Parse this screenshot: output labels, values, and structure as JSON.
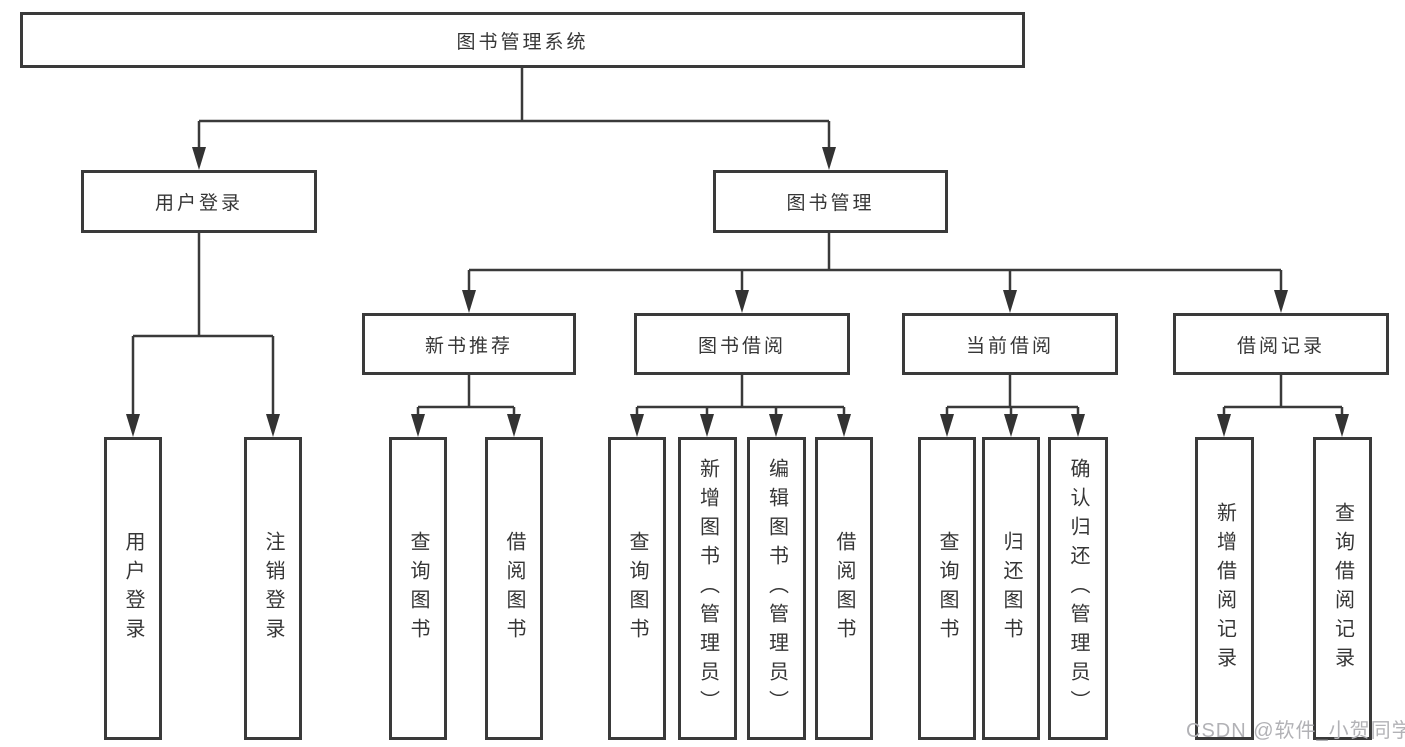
{
  "diagram": {
    "root": {
      "label": "图书管理系统"
    },
    "branches": [
      {
        "label": "用户登录",
        "children": [
          {
            "label": "用户登录"
          },
          {
            "label": "注销登录"
          }
        ]
      },
      {
        "label": "图书管理",
        "children": [
          {
            "label": "新书推荐",
            "children": [
              {
                "label": "查询图书"
              },
              {
                "label": "借阅图书"
              }
            ]
          },
          {
            "label": "图书借阅",
            "children": [
              {
                "label": "查询图书"
              },
              {
                "label": "新增图书（管理员）"
              },
              {
                "label": "编辑图书（管理员）"
              },
              {
                "label": "借阅图书"
              }
            ]
          },
          {
            "label": "当前借阅",
            "children": [
              {
                "label": "查询图书"
              },
              {
                "label": "归还图书"
              },
              {
                "label": "确认归还（管理员）"
              }
            ]
          },
          {
            "label": "借阅记录",
            "children": [
              {
                "label": "新增借阅记录"
              },
              {
                "label": "查询借阅记录"
              }
            ]
          }
        ]
      }
    ]
  },
  "watermark": {
    "text": "CSDN @软件_小贺同学",
    "color": "#b2b2b6"
  },
  "colors": {
    "background": "#ffffff",
    "line": "#3a3a3a",
    "box_border": "#3a3a3a",
    "text": "#363636"
  }
}
